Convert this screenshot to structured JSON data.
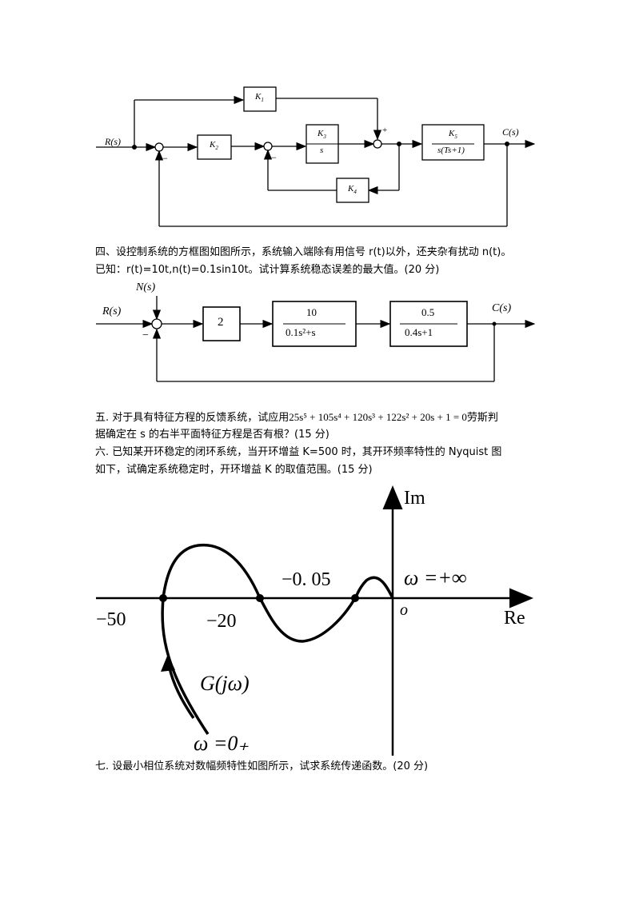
{
  "diagram1": {
    "input": "R(s)",
    "output": "C(s)",
    "k1": "K",
    "k1_sub": "1",
    "k2": "K",
    "k2_sub": "2",
    "k3_num": "K",
    "k3_num_sub": "3",
    "k3_den": "s",
    "k4": "K",
    "k4_sub": "4",
    "k5_num": "K",
    "k5_num_sub": "5",
    "k5_den": "s(Ts+1)",
    "plus": "+",
    "minus1": "−",
    "minus2": "−"
  },
  "q4": {
    "line1": "四、设控制系统的方框图如图所示，系统输入端除有用信号 r(t)以外，还夹杂有扰动 n(t)。",
    "line2": "已知：r(t)=10t,n(t)=0.1sin10t。试计算系统稳态误差的最大值。(20 分)"
  },
  "diagram2": {
    "input": "R(s)",
    "disturbance": "N(s)",
    "output": "C(s)",
    "gain": "2",
    "g1_num": "10",
    "g1_den": "0.1s²+s",
    "g2_num": "0.5",
    "g2_den": "0.4s+1",
    "minus": "−"
  },
  "q5": {
    "prefix": "五. 对于具有特征方程的反馈系统，试应用",
    "equation": "25s⁵ + 105s⁴ + 120s³ + 122s² + 20s + 1 = 0",
    "suffix": "劳斯判",
    "line2": "据确定在 s 的右半平面特征方程是否有根？(15 分)"
  },
  "q6": {
    "line1": "六. 已知某开环稳定的闭环系统，当开环增益 K=500 时，其开环频率特性的 Nyquist 图",
    "line2": "如下，试确定系统稳定时，开环增益 K 的取值范围。(15 分)"
  },
  "nyquist": {
    "im_label": "Im",
    "re_label": "Re",
    "origin": "o",
    "tick_50": "−50",
    "tick_20": "−20",
    "tick_005": "−0. 05",
    "omega_inf": "ω =+∞",
    "curve_label": "G(jω)",
    "omega_zero": "ω =0₊"
  },
  "q7": {
    "line1": "七. 设最小相位系统对数幅频特性如图所示，试求系统传递函数。(20 分)"
  }
}
